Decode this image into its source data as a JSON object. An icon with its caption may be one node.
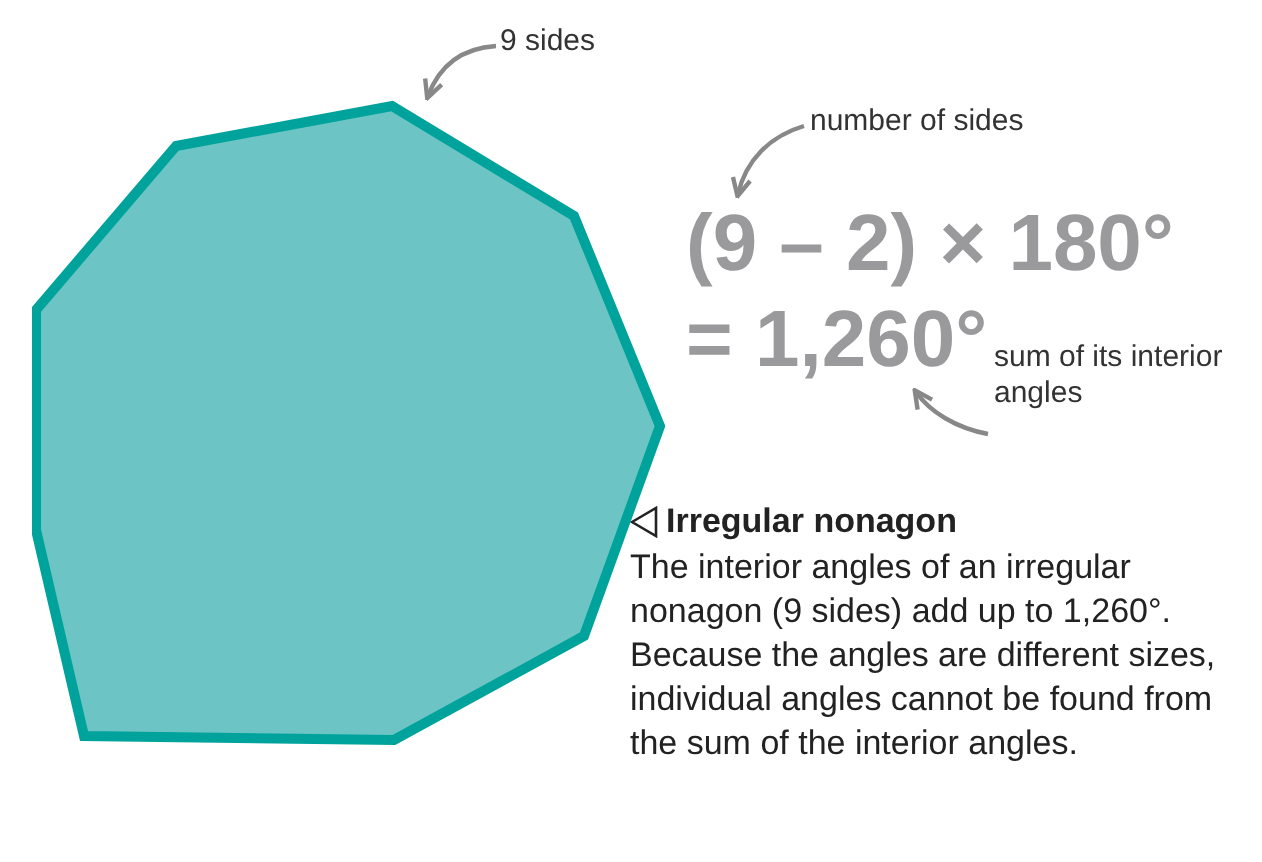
{
  "diagram": {
    "nodes": [
      {
        "text": [
          "9 sides"
        ]
      },
      {
        "text": [],
        "shape": "polygon"
      },
      {
        "text": [
          "number of sides"
        ]
      },
      {
        "text": [
          "(9 – 2) × 180°"
        ]
      },
      {
        "text": [
          "= 1,260°"
        ]
      },
      {
        "text": [
          "sum of its interior angles"
        ]
      }
    ],
    "edges": [
      {
        "from": 0,
        "to": 1,
        "arrow": "to"
      },
      {
        "from": 2,
        "to": 3,
        "arrow": "to"
      },
      {
        "from": 5,
        "to": 4,
        "arrow": "to"
      }
    ],
    "labels": [
      "Irregular nonagon",
      "The interior angles of an irregular nonagon (9 sides) add up to 1,260°. Because the angles are different sizes, individual angles cannot be found from the sum of the interior angles."
    ]
  }
}
